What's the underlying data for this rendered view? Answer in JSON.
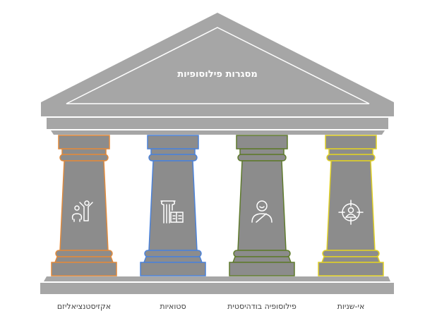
{
  "title": "מסגרות פילוסופיות",
  "colors": {
    "roof": "#a6a6a6",
    "column": "#8c8c8c",
    "line": "#ffffff"
  },
  "pillars": [
    {
      "label": "אקזיסטנציאליזם",
      "icon": "people-jumping-icon",
      "color": "#e08a3c"
    },
    {
      "label": "סטואיות",
      "icon": "column-book-icon",
      "color": "#4b82d9"
    },
    {
      "label": "פילוסופיה בודהיסטית",
      "icon": "monk-icon",
      "color": "#5e7a2c"
    },
    {
      "label": "אי-שניות",
      "icon": "person-target-icon",
      "color": "#e0d026"
    }
  ]
}
